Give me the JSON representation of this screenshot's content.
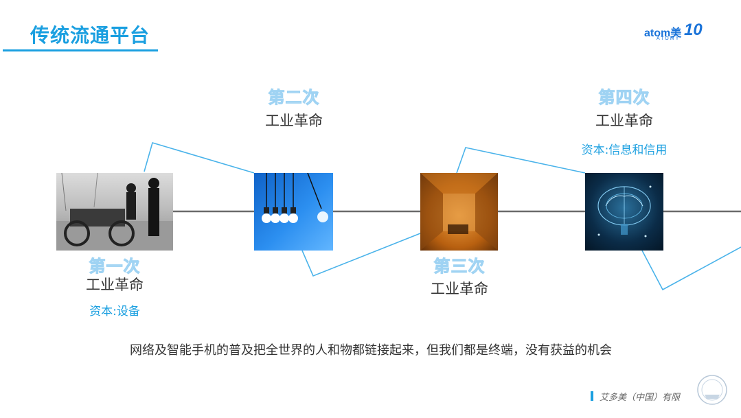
{
  "title": "传统流通平台",
  "logo": {
    "brand": "atom美",
    "sub": "ATOMY",
    "badge": "10"
  },
  "revolutions": [
    {
      "ordinal": "第一次",
      "label": "工业革命",
      "capital": "资本:设备",
      "image_icon": "vintage-car-photo"
    },
    {
      "ordinal": "第二次",
      "label": "工业革命",
      "capital": "",
      "image_icon": "light-bulbs-photo"
    },
    {
      "ordinal": "第三次",
      "label": "工业革命",
      "capital": "",
      "image_icon": "lab-room-photo"
    },
    {
      "ordinal": "第四次",
      "label": "工业革命",
      "capital": "资本:信息和信用",
      "image_icon": "digital-brain-photo"
    }
  ],
  "summary": "网络及智能手机的普及把全世界的人和物都链接起来，但我们都是终端，没有获益的机会",
  "footer": {
    "company": "艾多美（中国）有限"
  },
  "colors": {
    "accent": "#1a9fe0",
    "line": "#6a6a6a",
    "zigzag": "#4ab3ea",
    "text": "#333333"
  }
}
